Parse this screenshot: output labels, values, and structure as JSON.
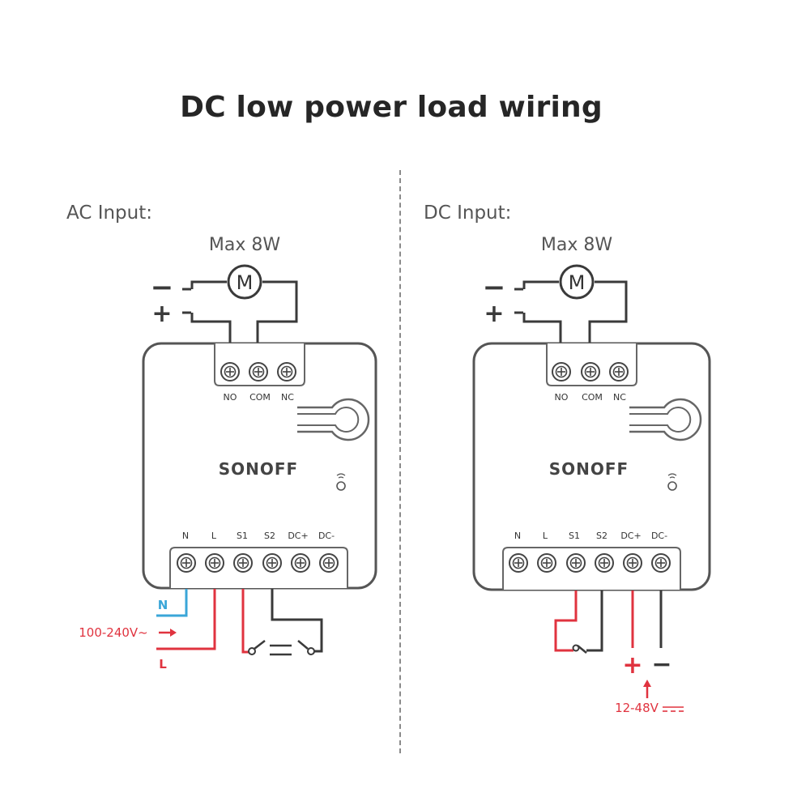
{
  "title": "DC low power load wiring",
  "ac": {
    "section_label": "AC Input:",
    "max_load": "Max 8W",
    "motor": "M",
    "minus": "−",
    "plus": "+",
    "top_terminals": [
      "NO",
      "COM",
      "NC"
    ],
    "brand": "SONOFF",
    "bottom_terminals": [
      "N",
      "L",
      "S1",
      "S2",
      "DC+",
      "DC-"
    ],
    "n_label": "N",
    "voltage": "100-240V~",
    "l_label": "L"
  },
  "dc": {
    "section_label": "DC Input:",
    "max_load": "Max 8W",
    "motor": "M",
    "minus": "−",
    "plus": "+",
    "top_terminals": [
      "NO",
      "COM",
      "NC"
    ],
    "brand": "SONOFF",
    "bottom_terminals": [
      "N",
      "L",
      "S1",
      "S2",
      "DC+",
      "DC-"
    ],
    "supply_plus": "+",
    "supply_minus": "−",
    "voltage": "12-48V"
  },
  "colors": {
    "wire_dark": "#3a3a3a",
    "wire_red": "#e0333f",
    "wire_blue": "#3aa6d8",
    "text_red": "#e0333f"
  }
}
